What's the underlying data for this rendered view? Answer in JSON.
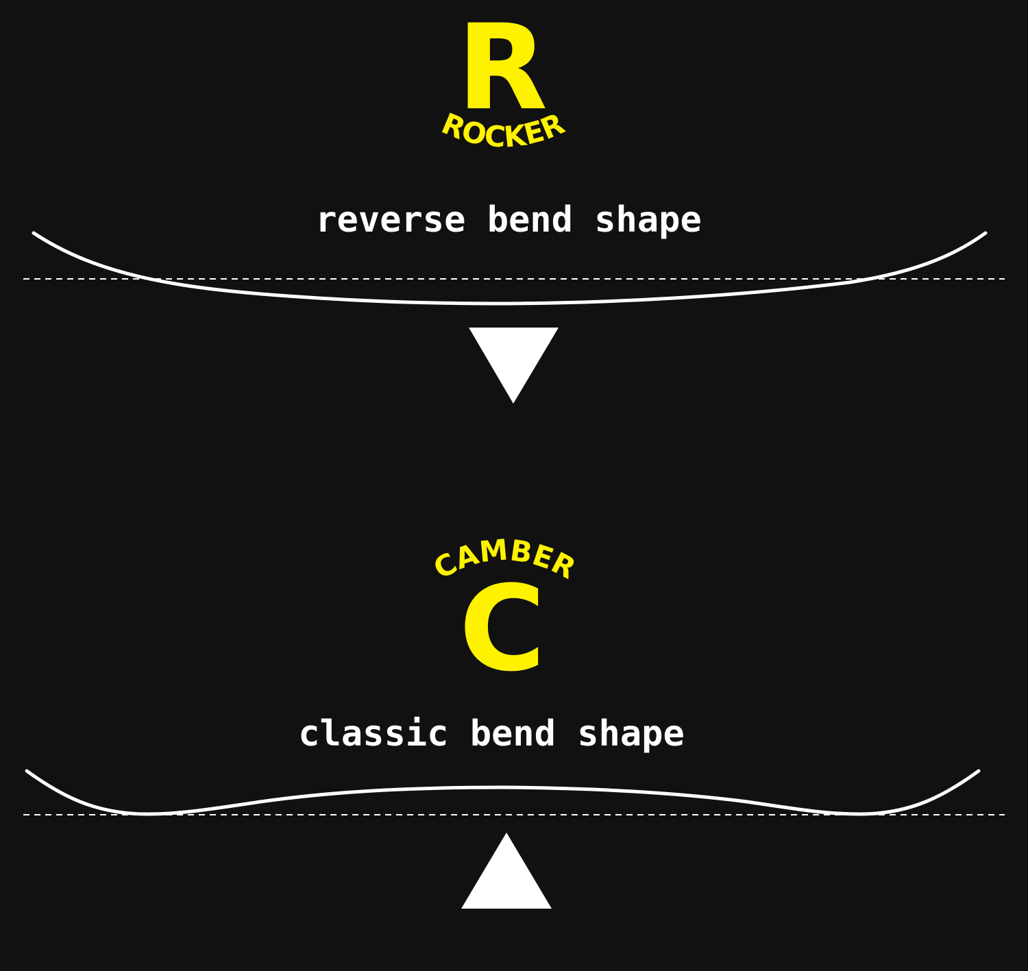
{
  "colors": {
    "background": "#111111",
    "accent": "#FFF200",
    "line": "#FFFFFF"
  },
  "rocker": {
    "letter": "R",
    "name": "ROCKER",
    "caption": "reverse bend shape",
    "arrow_icon": "down-triangle-icon"
  },
  "camber": {
    "letter": "C",
    "name": "CAMBER",
    "caption": "classic bend shape",
    "arrow_icon": "up-triangle-icon"
  }
}
